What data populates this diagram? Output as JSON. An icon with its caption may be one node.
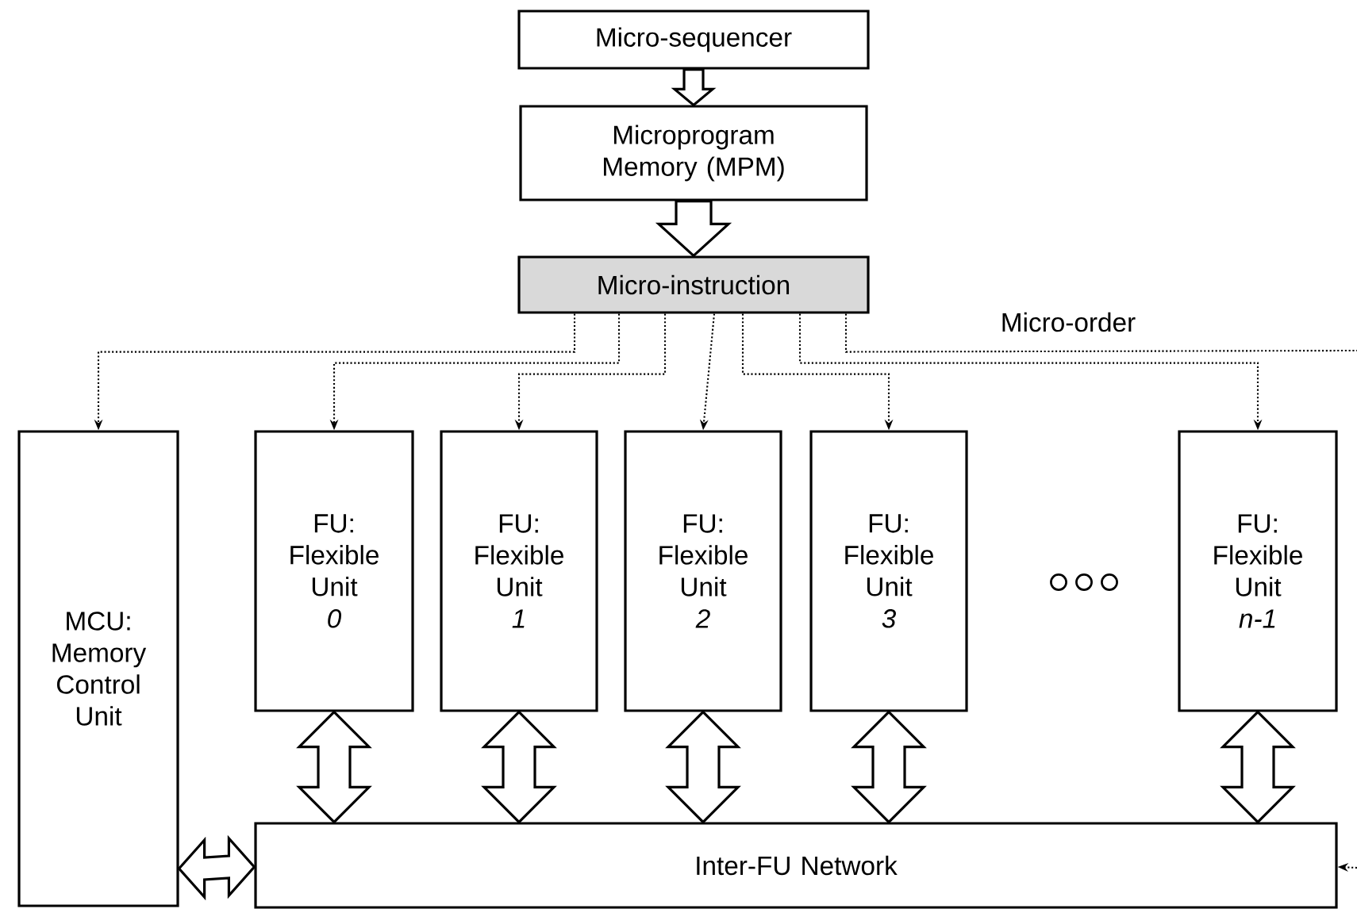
{
  "diagram": {
    "nodes": [
      {
        "text": [
          "Micro-sequencer"
        ]
      },
      {
        "text": [
          "Microprogram Memory (MPM)"
        ]
      },
      {
        "text": [
          "Micro-instruction"
        ]
      },
      {
        "text": [
          "MCU: Memory Control Unit"
        ]
      },
      {
        "text": [
          "FU: Flexible Unit",
          "0"
        ]
      },
      {
        "text": [
          "FU: Flexible Unit",
          "1"
        ]
      },
      {
        "text": [
          "FU: Flexible Unit",
          "2"
        ]
      },
      {
        "text": [
          "FU: Flexible Unit",
          "3"
        ]
      },
      {
        "text": [
          "FU: Flexible Unit",
          "n-1"
        ]
      },
      {
        "text": [
          "Inter-FU Network"
        ]
      }
    ],
    "edges": [
      {
        "from": 0,
        "to": 1,
        "arrow": "to"
      },
      {
        "from": 1,
        "to": 2,
        "arrow": "to"
      },
      {
        "from": 2,
        "to": 3,
        "arrow": "to",
        "style": "dashed"
      },
      {
        "from": 2,
        "to": 4,
        "arrow": "to",
        "style": "dashed"
      },
      {
        "from": 2,
        "to": 5,
        "arrow": "to",
        "style": "dashed"
      },
      {
        "from": 2,
        "to": 6,
        "arrow": "to",
        "style": "dashed"
      },
      {
        "from": 2,
        "to": 7,
        "arrow": "to",
        "style": "dashed"
      },
      {
        "from": 2,
        "to": 8,
        "arrow": "to",
        "style": "dashed"
      },
      {
        "from": 2,
        "to": null,
        "arrow": "none",
        "style": "dashed",
        "label": "Micro-order"
      },
      {
        "from": null,
        "to": 9,
        "arrow": "to",
        "style": "dashed"
      },
      {
        "from": 4,
        "to": 9,
        "arrow": "both"
      },
      {
        "from": 5,
        "to": 9,
        "arrow": "both"
      },
      {
        "from": 6,
        "to": 9,
        "arrow": "both"
      },
      {
        "from": 7,
        "to": 9,
        "arrow": "both"
      },
      {
        "from": 8,
        "to": 9,
        "arrow": "both"
      },
      {
        "from": 3,
        "to": 9,
        "arrow": "both"
      }
    ]
  }
}
